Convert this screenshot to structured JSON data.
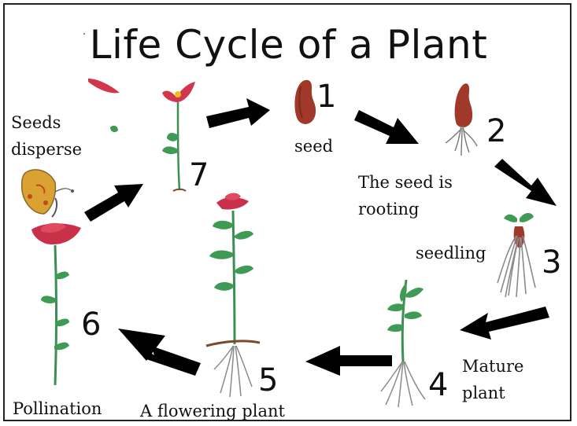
{
  "title": "Life Cycle of a Plant",
  "stages": [
    {
      "number": "1",
      "label": "seed"
    },
    {
      "number": "2",
      "label_line1": "The seed is",
      "label_line2": "rooting"
    },
    {
      "number": "3",
      "label": "seedling"
    },
    {
      "number": "4",
      "label_line1": "Mature",
      "label_line2": "plant"
    },
    {
      "number": "5",
      "label": "A flowering plant"
    },
    {
      "number": "6",
      "label": "Pollination"
    },
    {
      "number": "7",
      "label_line1": "Seeds",
      "label_line2": "disperse"
    }
  ],
  "colors": {
    "seed": "#a0392a",
    "stem": "#3c8f52",
    "leaf": "#3f9a55",
    "petal": "#d2364a",
    "root": "#8a8a8a",
    "soil": "#7a4a2a",
    "arrow": "#000000",
    "butterfly": "#d9a233"
  }
}
